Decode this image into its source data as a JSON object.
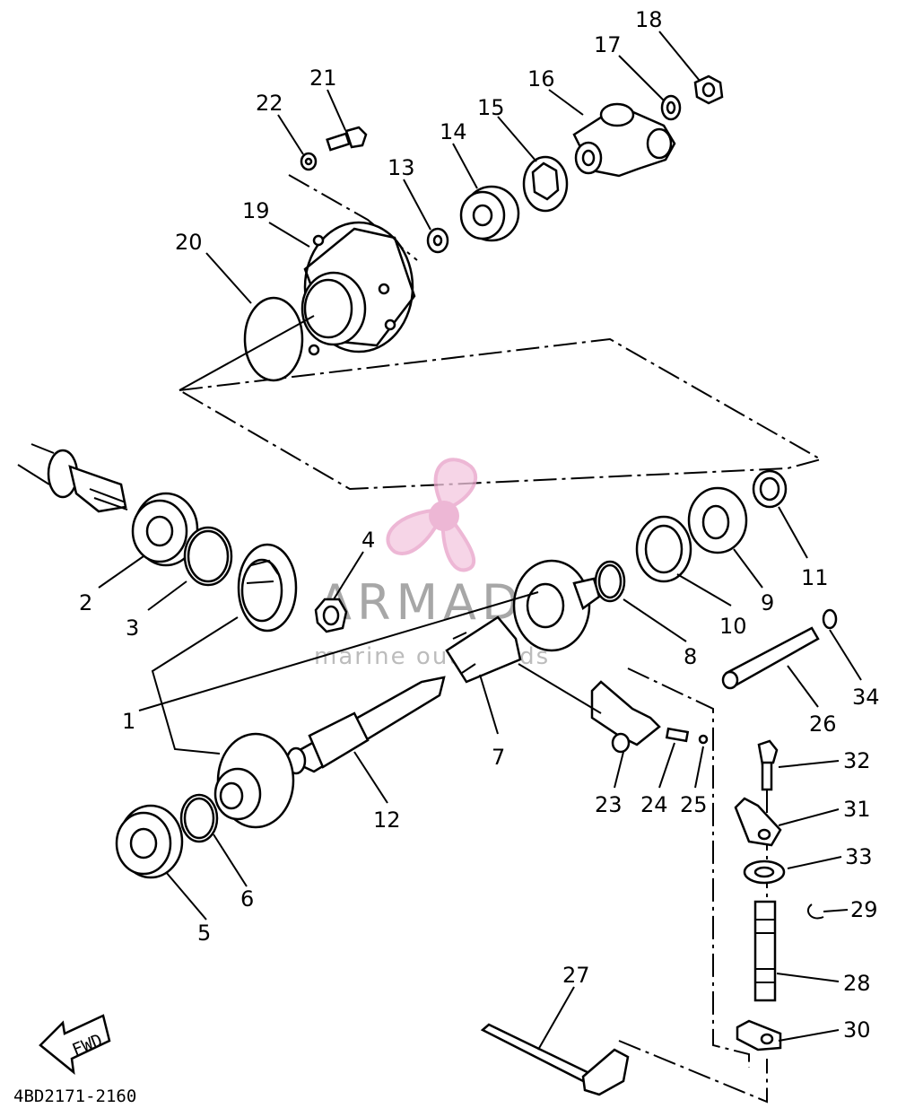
{
  "diagram": {
    "part_code": "4BD2171-2160",
    "fwd_label": "FWD",
    "watermark": {
      "title": "ARMADA",
      "subtitle": "marine outboards",
      "color": "#e8a0c8"
    },
    "callouts": [
      "1",
      "2",
      "3",
      "4",
      "5",
      "6",
      "7",
      "8",
      "9",
      "10",
      "11",
      "12",
      "13",
      "14",
      "15",
      "16",
      "17",
      "18",
      "19",
      "20",
      "21",
      "22",
      "23",
      "24",
      "25",
      "26",
      "27",
      "28",
      "29",
      "30",
      "31",
      "32",
      "33",
      "34"
    ]
  }
}
